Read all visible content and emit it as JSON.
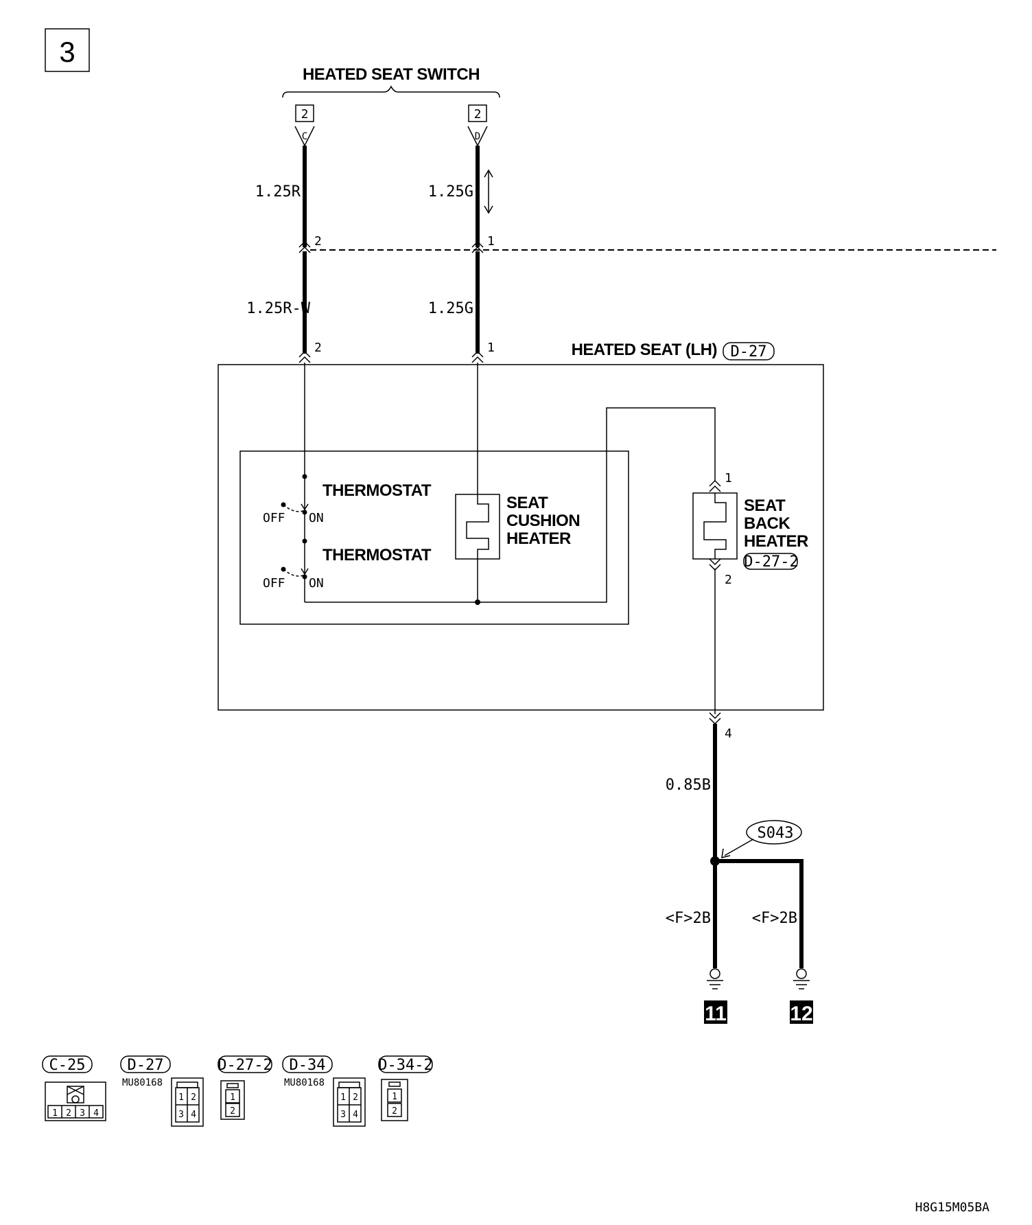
{
  "page_number": "3",
  "footer_code": "H8G15M05BA",
  "switch": {
    "title": "HEATED SEAT SWITCH",
    "connector_no": "2",
    "pin_left": "C",
    "pin_right": "D"
  },
  "wires": {
    "upper_left": "1.25R",
    "upper_right": "1.25G",
    "lower_left": "1.25R-W",
    "lower_right": "1.25G",
    "ground": "0.85B",
    "ground_left": "<F>2B",
    "ground_right": "<F>2B"
  },
  "pins": {
    "joint_left": "2",
    "joint_right": "1",
    "seat_left": "2",
    "seat_right": "1",
    "back_top": "1",
    "back_bottom": "2",
    "seat_bottom": "4"
  },
  "seat": {
    "title": "HEATED SEAT (LH)",
    "connector": "D-27"
  },
  "thermostats": {
    "label_1": "THERMOSTAT",
    "label_2": "THERMOSTAT",
    "off": "OFF",
    "on": "ON"
  },
  "cushion_heater": {
    "line1": "SEAT",
    "line2": "CUSHION",
    "line3": "HEATER"
  },
  "back_heater": {
    "line1": "SEAT",
    "line2": "BACK",
    "line3": "HEATER",
    "connector": "D-27-2"
  },
  "splice": "S043",
  "grounds": {
    "left": "11",
    "right": "12"
  },
  "connectors": {
    "c25": {
      "label": "C-25",
      "pins": [
        "1",
        "2",
        "3",
        "4"
      ]
    },
    "d27": {
      "label": "D-27",
      "part": "MU80168",
      "pins": [
        "1",
        "2",
        "3",
        "4"
      ]
    },
    "d27_2": {
      "label": "D-27-2",
      "pins": [
        "1",
        "2"
      ]
    },
    "d34": {
      "label": "D-34",
      "part": "MU80168",
      "pins": [
        "1",
        "2",
        "3",
        "4"
      ]
    },
    "d34_2": {
      "label": "D-34-2",
      "pins": [
        "1",
        "2"
      ]
    }
  }
}
